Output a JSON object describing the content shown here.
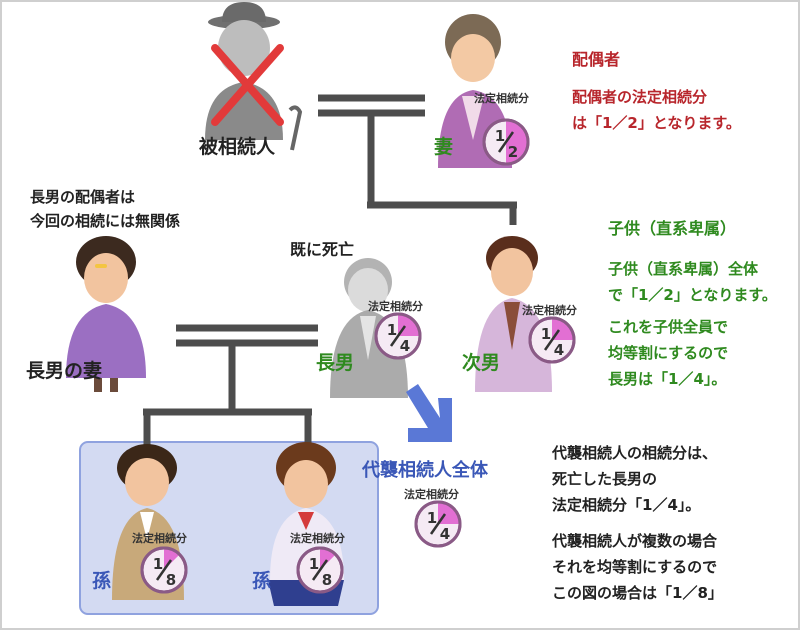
{
  "labels": {
    "deceased": "被相続人",
    "wife": "妻",
    "second_son": "次男",
    "eldest_son": "長男",
    "eldest_son_wife": "長男の妻",
    "already_dead": "既に死亡",
    "grandchild": "孫",
    "share_label": "法定相続分",
    "substitute_heirs_total": "代襲相続人全体"
  },
  "notes": {
    "spouse_title": "配偶者",
    "spouse_lines": [
      "配偶者の法定相続分",
      "は「1／2」となります。"
    ],
    "children_title": "子供（直系卑属）",
    "children_lines": [
      "子供（直系卑属）全体",
      "で「1／2」となります。",
      "これを子供全員で",
      "均等割にするので",
      "長男は「1／4」。"
    ],
    "wife_note_lines": [
      "長男の配偶者は",
      "今回の相続には無関係"
    ],
    "substitute_lines": [
      "代襲相続人の相続分は、",
      "死亡した長男の",
      "法定相続分「1／4」。",
      "代襲相続人が複数の場合",
      "それを均等割にするので",
      "この図の場合は「1／8」"
    ]
  },
  "shares": {
    "wife": {
      "numerator": "1",
      "denominator": "2",
      "fraction": 0.5
    },
    "eldest_son": {
      "numerator": "1",
      "denominator": "4",
      "fraction": 0.25
    },
    "second_son": {
      "numerator": "1",
      "denominator": "4",
      "fraction": 0.25
    },
    "substitute_total": {
      "numerator": "1",
      "denominator": "4",
      "fraction": 0.25
    },
    "grandchild_1": {
      "numerator": "1",
      "denominator": "8",
      "fraction": 0.125
    },
    "grandchild_2": {
      "numerator": "1",
      "denominator": "8",
      "fraction": 0.125
    }
  },
  "colors": {
    "line": "#4d4d4d",
    "pie_fill": "#e26fd3",
    "pie_bg": "#f5eaf4",
    "pie_ring": "#8a5a86",
    "cross": "#e23a3a",
    "box_bg": "#d3daf2",
    "box_border": "#8fa2df",
    "arrow": "#5a78d6",
    "green_text": "#2f8a1f",
    "red_text": "#b8262c",
    "blue_text": "#3a57b7"
  },
  "icons": {
    "deceased": "deceased-person-icon",
    "cross": "cross-mark-icon",
    "wife": "elderly-woman-icon",
    "eldest_son": "man-icon",
    "second_son": "man-icon",
    "eldest_son_wife": "woman-icon",
    "grandchild_1": "boy-icon",
    "grandchild_2": "girl-icon",
    "arrow": "arrow-down-icon"
  }
}
